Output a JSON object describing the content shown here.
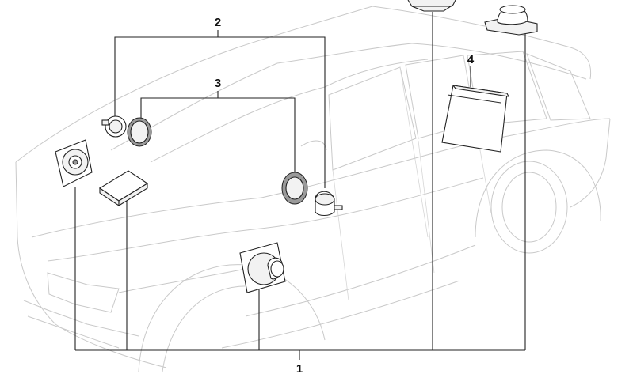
{
  "callouts": [
    {
      "id": "1",
      "label": "1"
    },
    {
      "id": "2",
      "label": "2"
    },
    {
      "id": "3",
      "label": "3"
    },
    {
      "id": "4",
      "label": "4"
    }
  ],
  "colors": {
    "line": "#222222",
    "car_outline": "#c9c9c9",
    "background": "#ffffff"
  }
}
